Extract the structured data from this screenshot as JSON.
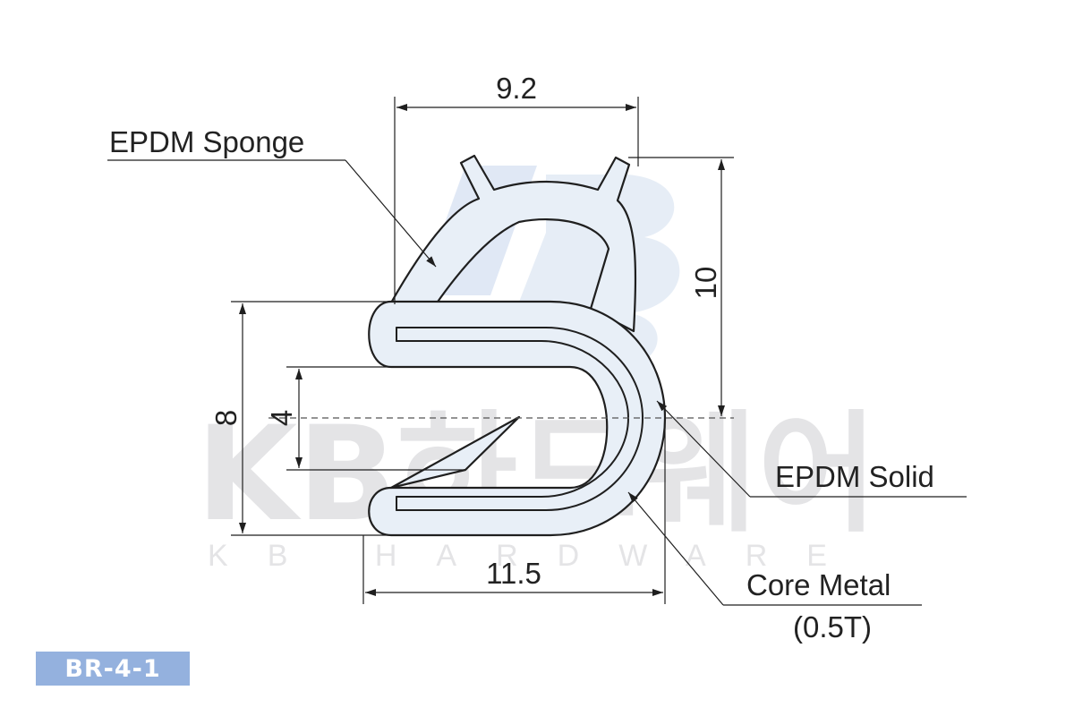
{
  "colors": {
    "profile_fill": "#e8eff7",
    "outline": "#1f1f1f",
    "logo_tint": "#c7d6ec",
    "watermark": "#e4e4e6",
    "badge_bg": "#94b1de",
    "badge_text": "#ffffff"
  },
  "dimensions": {
    "top_width": "9.2",
    "height_right": "10",
    "height_left": "8",
    "inner_gap": "4",
    "bottom_width": "11.5"
  },
  "labels": {
    "sponge": "EPDM Sponge",
    "solid": "EPDM Solid",
    "core": "Core Metal",
    "core_thickness": "(0.5T)"
  },
  "watermark": {
    "brand_main": "KB하드웨어",
    "brand_sub": "KB HARDWARE",
    "logo": "KB"
  },
  "badge": {
    "code": "BR-4-1"
  }
}
